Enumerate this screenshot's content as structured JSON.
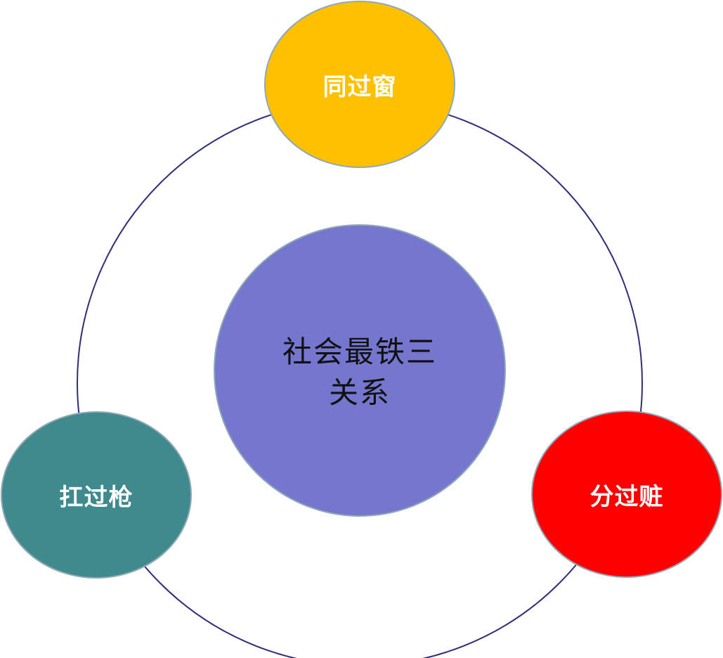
{
  "center": {
    "line1": "社会最铁三",
    "line2": "关系",
    "color": "#7577CF"
  },
  "nodes": {
    "top": {
      "label": "同过窗",
      "color": "#FFC000"
    },
    "left": {
      "label": "扛过枪",
      "color": "#3E8A8D"
    },
    "right": {
      "label": "分过赃",
      "color": "#FF0000"
    }
  },
  "ring_color": "#2E2E7A",
  "node_outline_color": "#8FA8B8"
}
